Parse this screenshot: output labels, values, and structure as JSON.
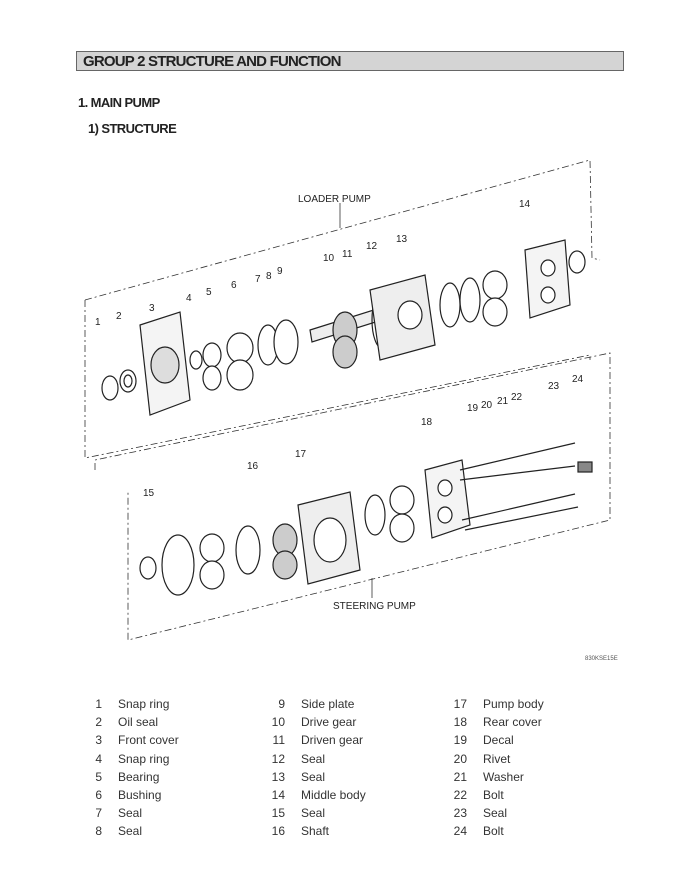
{
  "header": {
    "group_title": "GROUP  2  STRUCTURE AND FUNCTION"
  },
  "section": {
    "title": "1. MAIN PUMP",
    "subtitle": "1) STRUCTURE"
  },
  "diagram": {
    "labels": {
      "loader_pump": "LOADER PUMP",
      "steering_pump": "STEERING PUMP"
    },
    "callouts": [
      "1",
      "2",
      "3",
      "4",
      "5",
      "6",
      "7",
      "8",
      "9",
      "10",
      "11",
      "12",
      "13",
      "14",
      "15",
      "16",
      "17",
      "18",
      "19",
      "20",
      "21",
      "22",
      "23",
      "24"
    ],
    "drawing_code": "830KSE15E"
  },
  "parts_list": {
    "col1": [
      {
        "num": "1",
        "name": "Snap ring"
      },
      {
        "num": "2",
        "name": "Oil seal"
      },
      {
        "num": "3",
        "name": "Front cover"
      },
      {
        "num": "4",
        "name": "Snap ring"
      },
      {
        "num": "5",
        "name": "Bearing"
      },
      {
        "num": "6",
        "name": "Bushing"
      },
      {
        "num": "7",
        "name": "Seal"
      },
      {
        "num": "8",
        "name": "Seal"
      }
    ],
    "col2": [
      {
        "num": "9",
        "name": "Side plate"
      },
      {
        "num": "10",
        "name": "Drive gear"
      },
      {
        "num": "11",
        "name": "Driven gear"
      },
      {
        "num": "12",
        "name": "Seal"
      },
      {
        "num": "13",
        "name": "Seal"
      },
      {
        "num": "14",
        "name": "Middle body"
      },
      {
        "num": "15",
        "name": "Seal"
      },
      {
        "num": "16",
        "name": "Shaft"
      }
    ],
    "col3": [
      {
        "num": "17",
        "name": "Pump body"
      },
      {
        "num": "18",
        "name": "Rear cover"
      },
      {
        "num": "19",
        "name": "Decal"
      },
      {
        "num": "20",
        "name": "Rivet"
      },
      {
        "num": "21",
        "name": "Washer"
      },
      {
        "num": "22",
        "name": "Bolt"
      },
      {
        "num": "23",
        "name": "Seal"
      },
      {
        "num": "24",
        "name": "Bolt"
      }
    ]
  }
}
